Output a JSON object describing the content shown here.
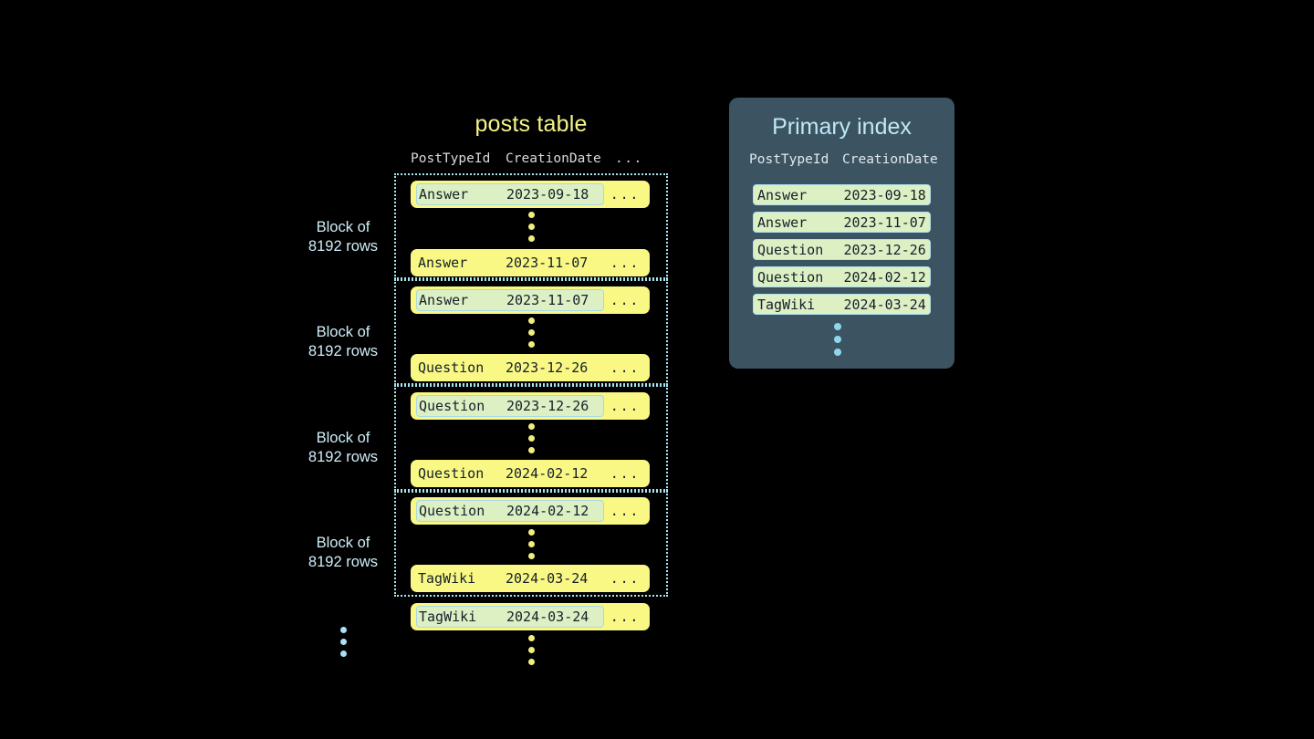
{
  "posts_table": {
    "title": "posts table",
    "columns": [
      "PostTypeId",
      "CreationDate",
      "..."
    ],
    "row_ellipsis": "...",
    "blocks": [
      {
        "label_line1": "Block of",
        "label_line2": "8192 rows",
        "first_row": {
          "type": "Answer",
          "date": "2023-09-18",
          "rest": "...",
          "highlighted": true
        },
        "last_row": {
          "type": "Answer",
          "date": "2023-11-07",
          "rest": "...",
          "highlighted": false
        }
      },
      {
        "label_line1": "Block of",
        "label_line2": "8192 rows",
        "first_row": {
          "type": "Answer",
          "date": "2023-11-07",
          "rest": "...",
          "highlighted": true
        },
        "last_row": {
          "type": "Question",
          "date": "2023-12-26",
          "rest": "...",
          "highlighted": false
        }
      },
      {
        "label_line1": "Block of",
        "label_line2": "8192 rows",
        "first_row": {
          "type": "Question",
          "date": "2023-12-26",
          "rest": "...",
          "highlighted": true
        },
        "last_row": {
          "type": "Question",
          "date": "2024-02-12",
          "rest": "...",
          "highlighted": false
        }
      },
      {
        "label_line1": "Block of",
        "label_line2": "8192 rows",
        "first_row": {
          "type": "Question",
          "date": "2024-02-12",
          "rest": "...",
          "highlighted": true
        },
        "last_row": {
          "type": "TagWiki",
          "date": "2024-03-24",
          "rest": "...",
          "highlighted": false
        }
      }
    ],
    "trailing_row": {
      "type": "TagWiki",
      "date": "2024-03-24",
      "rest": "...",
      "highlighted": true
    }
  },
  "primary_index": {
    "title": "Primary index",
    "columns": [
      "PostTypeId",
      "CreationDate"
    ],
    "rows": [
      {
        "type": "Answer",
        "date": "2023-09-18"
      },
      {
        "type": "Answer",
        "date": "2023-11-07"
      },
      {
        "type": "Question",
        "date": "2023-12-26"
      },
      {
        "type": "Question",
        "date": "2024-02-12"
      },
      {
        "type": "TagWiki",
        "date": "2024-03-24"
      }
    ]
  },
  "colors": {
    "background": "#000000",
    "row_yellow": "#faf884",
    "highlight_mint": "#ddf0c4",
    "highlight_border": "#a8d8e8",
    "block_border": "#a9e4f2",
    "title_yellow": "#f4f48a",
    "panel_bg": "#3c5462",
    "panel_title": "#bfe7f5",
    "label_blue": "#cfeef8",
    "dot_yellow": "#f2ee7e",
    "dot_blue": "#8fd7ec",
    "header_gray": "#d6dbe0",
    "text_dark": "#14202b"
  }
}
